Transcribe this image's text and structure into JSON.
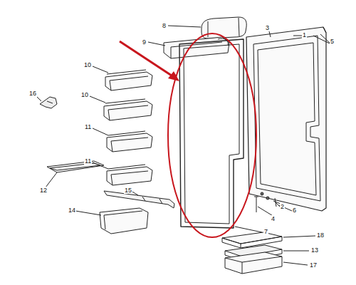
{
  "diagram": {
    "labels": [
      "8",
      "9",
      "3",
      "1",
      "5",
      "10",
      "10",
      "11",
      "16",
      "11",
      "12",
      "15",
      "14",
      "2",
      "6",
      "4",
      "7",
      "18",
      "13",
      "17"
    ]
  }
}
